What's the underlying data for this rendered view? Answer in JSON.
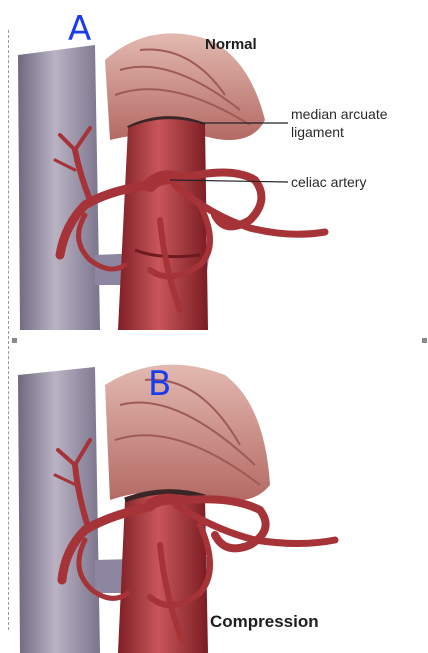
{
  "panel_a": {
    "letter": "A",
    "title": "Normal",
    "labels": {
      "ligament_line1": "median arcuate",
      "ligament_line2": "ligament",
      "artery": "celiac artery"
    }
  },
  "panel_b": {
    "letter": "B",
    "title": "Compression"
  },
  "colors": {
    "vein": "#9a93a6",
    "aorta": "#a8353a",
    "artery": "#b0383d",
    "ligament": "#c98f86",
    "handwriting": "#1a3cf0"
  }
}
